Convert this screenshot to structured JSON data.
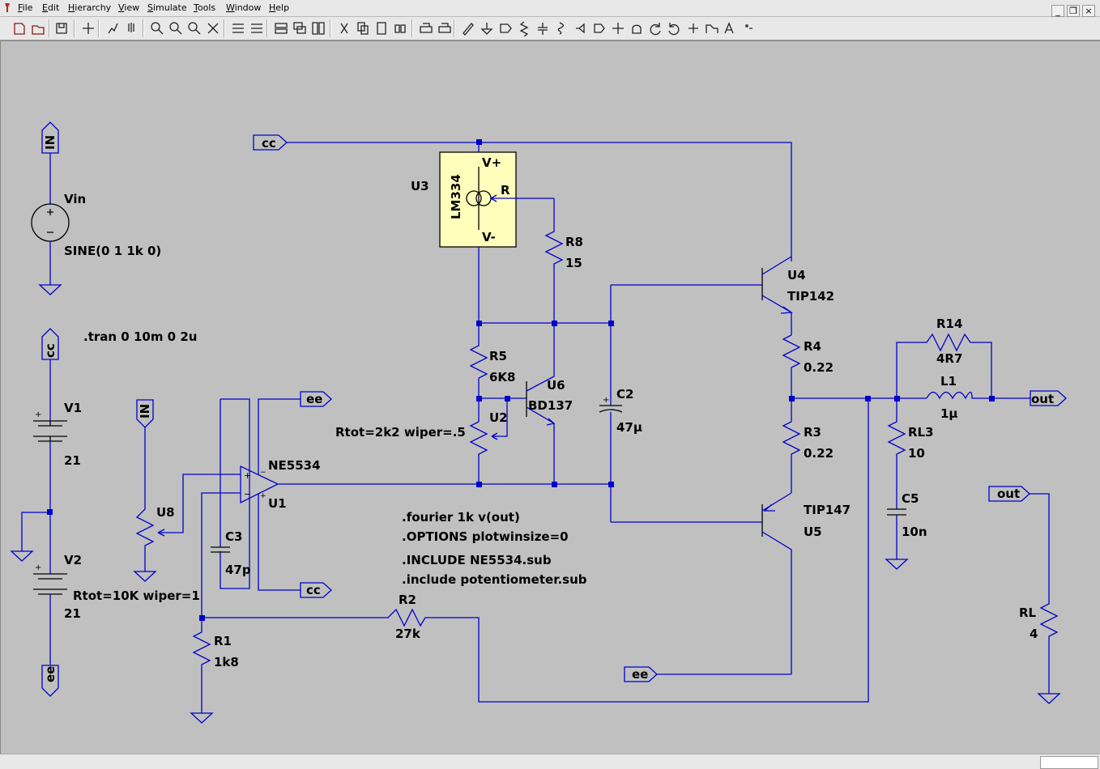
{
  "menu": [
    "File",
    "Edit",
    "Hierarchy",
    "View",
    "Simulate",
    "Tools",
    "Window",
    "Help"
  ],
  "window_buttons": [
    "_",
    "❐",
    "×"
  ],
  "toolbar_icons": [
    "new-schematic-icon",
    "open-icon",
    "save-icon",
    "control-panel-icon",
    "run-icon",
    "halt-icon",
    "zoom-in-icon",
    "zoom-pan-icon",
    "zoom-out-icon",
    "zoom-cancel-icon",
    "autorange-icon",
    "view-fft-icon",
    "tile-horizontal-icon",
    "cascade-icon",
    "tile-vertical-icon",
    "cut-icon",
    "copy-icon",
    "paste-icon",
    "find-icon",
    "print-setup-icon",
    "print-icon",
    "draw-wire-icon",
    "ground-icon",
    "label-net-icon",
    "resistor-icon",
    "capacitor-icon",
    "inductor-icon",
    "diode-icon",
    "component-icon",
    "move-icon",
    "drag-icon",
    "undo-icon",
    "redo-icon",
    "rotate-icon",
    "mirror-icon",
    "text-icon",
    "spice-directive-icon"
  ],
  "schematic": {
    "vin": {
      "name": "Vin",
      "value": "SINE(0 1 1k 0)",
      "port": "IN"
    },
    "v1": {
      "name": "V1",
      "value": "21",
      "port": "cc"
    },
    "v2": {
      "name": "V2",
      "value": "21",
      "port": "ee"
    },
    "u3": {
      "name": "U3",
      "part": "LM334",
      "pin_vp": "V+",
      "pin_vm": "V-",
      "pin_r": "R"
    },
    "r8": {
      "name": "R8",
      "value": "15"
    },
    "r5": {
      "name": "R5",
      "value": "6K8"
    },
    "u2": {
      "name": "U2",
      "value": "Rtot=2k2 wiper=.5"
    },
    "u6": {
      "name": "U6",
      "part": "BD137"
    },
    "c2": {
      "name": "C2",
      "value": "47µ"
    },
    "u4": {
      "name": "U4",
      "part": "TIP142"
    },
    "u5": {
      "name": "U5",
      "part": "TIP147"
    },
    "r4": {
      "name": "R4",
      "value": "0.22"
    },
    "r3": {
      "name": "R3",
      "value": "0.22"
    },
    "r14": {
      "name": "R14",
      "value": "4R7"
    },
    "l1": {
      "name": "L1",
      "value": "1µ"
    },
    "rl3": {
      "name": "RL3",
      "value": "10"
    },
    "c5": {
      "name": "C5",
      "value": "10n"
    },
    "rl": {
      "name": "RL",
      "value": "4"
    },
    "u1": {
      "name": "U1",
      "part": "NE5534"
    },
    "c3": {
      "name": "C3",
      "value": "47p"
    },
    "u8": {
      "name": "U8",
      "value": "Rtot=10K wiper=1"
    },
    "r2": {
      "name": "R2",
      "value": "27k"
    },
    "r1": {
      "name": "R1",
      "value": "1k8"
    },
    "ports": {
      "cc": "cc",
      "ee": "ee",
      "out": "out",
      "in": "IN"
    },
    "directives": {
      "tran": ".tran 0 10m 0 2u",
      "fourier": ".fourier 1k v(out)",
      "options": ".OPTIONS plotwinsize=0",
      "include1": ".INCLUDE NE5534.sub",
      "include2": ".include potentiometer.sub"
    }
  },
  "colors": {
    "wire": "#0000cc",
    "text": "#000000",
    "ic_fill": "#ffffbb",
    "canvas": "#c0c0c0"
  }
}
